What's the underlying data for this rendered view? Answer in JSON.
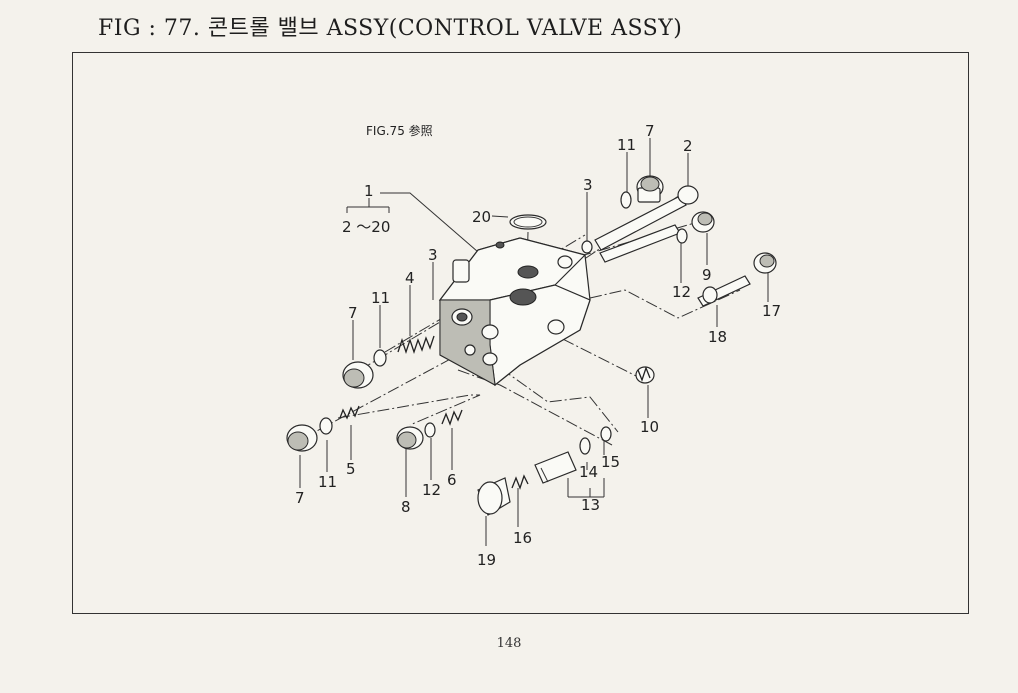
{
  "figure": {
    "title": "FIG : 77. 콘트롤 밸브 ASSY(CONTROL VALVE ASSY)",
    "reference_note": "FIG.75 参照",
    "range_label": "2 ～20",
    "page_number": "148"
  },
  "callouts": {
    "c1": "1",
    "c2": "2",
    "c3a": "3",
    "c3b": "3",
    "c4": "4",
    "c5": "5",
    "c6": "6",
    "c7a": "7",
    "c7b": "7",
    "c7c": "7",
    "c8": "8",
    "c9": "9",
    "c10": "10",
    "c11a": "11",
    "c11b": "11",
    "c11c": "11",
    "c12a": "12",
    "c12b": "12",
    "c13": "13",
    "c14": "14",
    "c15": "15",
    "c16": "16",
    "c17": "17",
    "c18": "18",
    "c19": "19",
    "c20": "20"
  }
}
